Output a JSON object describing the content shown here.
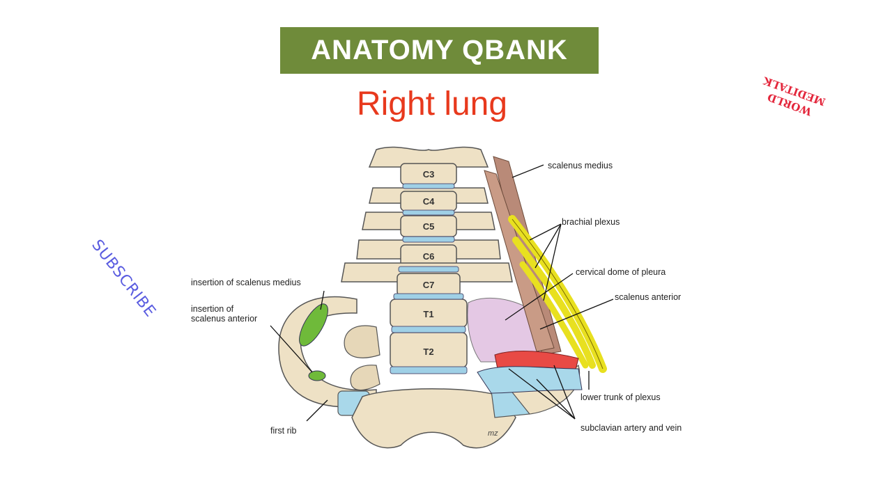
{
  "header": {
    "banner": "ANATOMY QBANK",
    "title": "Right lung"
  },
  "overlay": {
    "subscribe": "SUBSCRIBE",
    "stamp_line1": "WORLD",
    "stamp_line2": "MEDITALK"
  },
  "vertebrae": [
    "C3",
    "C4",
    "C5",
    "C6",
    "C7",
    "T1",
    "T2"
  ],
  "labels": {
    "scalenus_medius": "scalenus medius",
    "brachial_plexus": "brachial plexus",
    "cervical_dome": "cervical dome of pleura",
    "scalenus_anterior": "scalenus anterior",
    "lower_trunk": "lower trunk of plexus",
    "subclavian": "subclavian artery and vein",
    "insertion_medius": "insertion of scalenus medius",
    "insertion_anterior_1": "insertion of",
    "insertion_anterior_2": "scalenus anterior",
    "first_rib": "first rib"
  },
  "colors": {
    "banner_bg": "#6f8b3a",
    "title": "#e8391d",
    "bone": "#eee1c5",
    "disc": "#9fd0e6",
    "muscle": "#b98a78",
    "nerve": "#e8e020",
    "pleura": "#e4c8e4",
    "artery": "#e84a45",
    "vein": "#a9d8ea",
    "insertion": "#6fba3a"
  },
  "illustration": {
    "signature": "mz"
  }
}
